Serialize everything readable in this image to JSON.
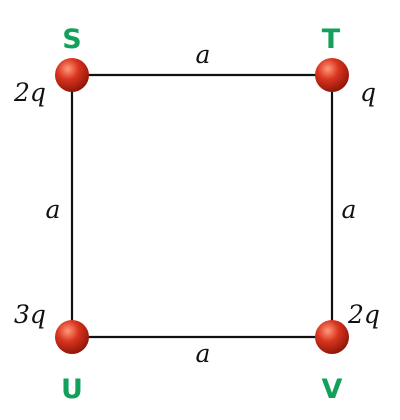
{
  "colors": {
    "corner_label": "#12a05a",
    "sphere_base": "#d9341f",
    "sphere_highlight": "#ff9a7a",
    "sphere_shadow": "#8e1608",
    "edge": "#111111"
  },
  "corners": {
    "S": {
      "label": "S",
      "charge": "2q"
    },
    "T": {
      "label": "T",
      "charge": "q"
    },
    "U": {
      "label": "U",
      "charge": "3q"
    },
    "V": {
      "label": "V",
      "charge": "2q"
    }
  },
  "sides": {
    "top": "a",
    "left": "a",
    "right": "a",
    "bottom": "a"
  }
}
